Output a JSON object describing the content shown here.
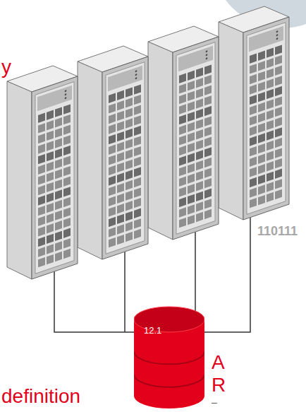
{
  "diagram": {
    "nodes": [
      {
        "text": [
          "12.1"
        ]
      }
    ],
    "labels": [
      "y",
      "definition",
      "A",
      "R",
      "–",
      "110111"
    ]
  }
}
